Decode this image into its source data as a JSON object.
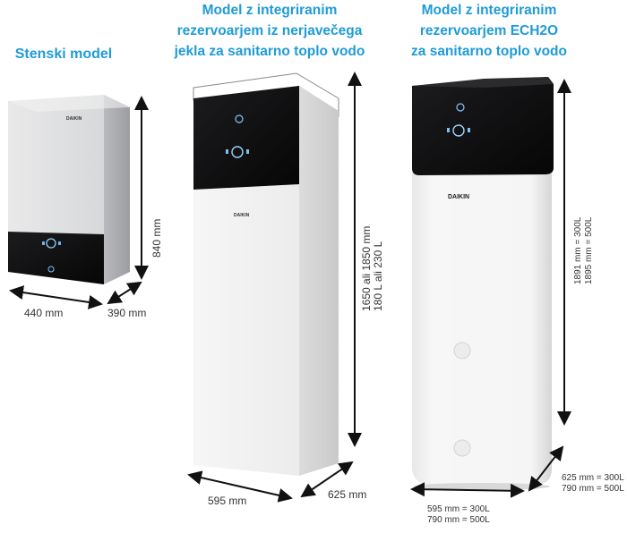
{
  "titles": {
    "wall": "Stenski model",
    "stainless": [
      "Model z integriranim",
      "rezervoarjem iz nerjavečega",
      "jekla za sanitarno toplo vodo"
    ],
    "ech2o": [
      "Model z integriranim",
      "rezervoarjem ECH2O",
      "za sanitarno toplo vodo"
    ]
  },
  "brand": "DAIKIN",
  "wall_dims": {
    "height": "840 mm",
    "width": "440 mm",
    "depth": "390 mm"
  },
  "stainless_dims": {
    "height_line1": "1650 ali 1850 mm",
    "height_line2": "180 L ali 230 L",
    "width": "595 mm",
    "depth": "625 mm"
  },
  "ech2o_dims": {
    "height_line1": "1891 mm = 300L",
    "height_line2": "1895 mm = 500L",
    "width_line1": "595 mm = 300L",
    "width_line2": "790 mm = 500L",
    "depth_line1": "625 mm = 300L",
    "depth_line2": "790 mm = 500L"
  }
}
